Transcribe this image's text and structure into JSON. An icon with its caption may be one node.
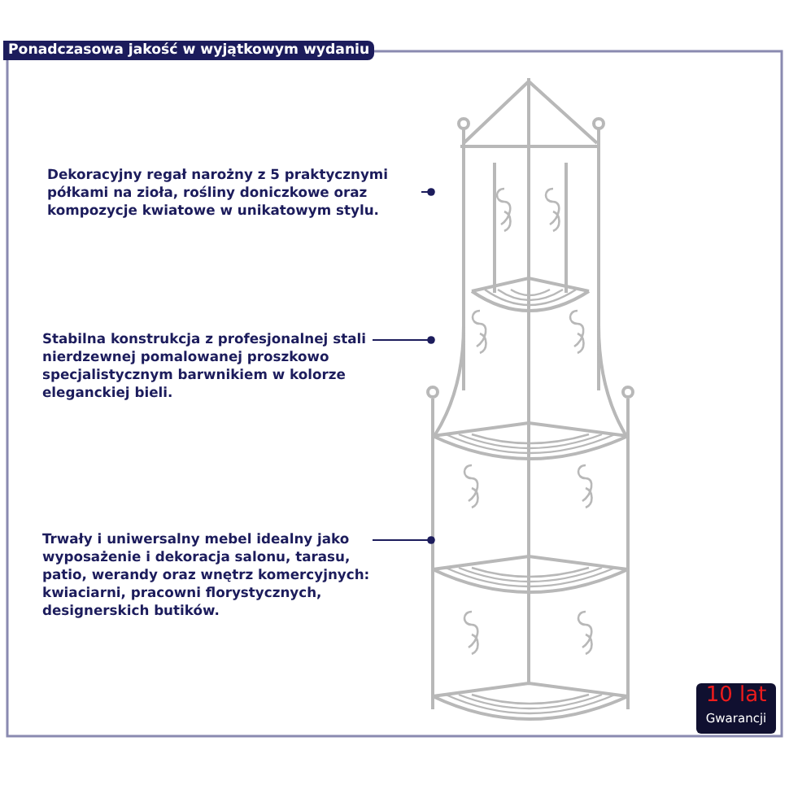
{
  "diagram": {
    "title": "Ponadczasowa jakość w wyjątkowym wydaniu",
    "nodes": [
      {
        "text": [
          "Dekoracyjny regał narożny z 5 praktycznymi półkami na zioła, rośliny doniczkowe oraz kompozycje kwiatowe w unikatowym stylu."
        ]
      },
      {
        "text": [
          "Stabilna konstrukcja z profesjonalnej stali nierdzewnej pomalowanej proszkowo specjalistycznym barwnikiem w kolorze eleganckiej bieli."
        ]
      },
      {
        "text": [
          "Trwały i uniwersalny mebel idealny jako wyposażenie i dekoracja salonu, tarasu, patio, werandy oraz wnętrz komercyjnych: kwiaciarni, pracowni florystycznych, designerskich butików."
        ]
      },
      {
        "text": [],
        "shape": "picture"
      }
    ],
    "edges": [
      {
        "from": 0,
        "to": 3,
        "arrow": "other"
      },
      {
        "from": 1,
        "to": 3,
        "arrow": "other"
      },
      {
        "from": 2,
        "to": 3,
        "arrow": "other"
      }
    ],
    "labels": [
      "10 lat",
      "Gwarancji"
    ]
  }
}
